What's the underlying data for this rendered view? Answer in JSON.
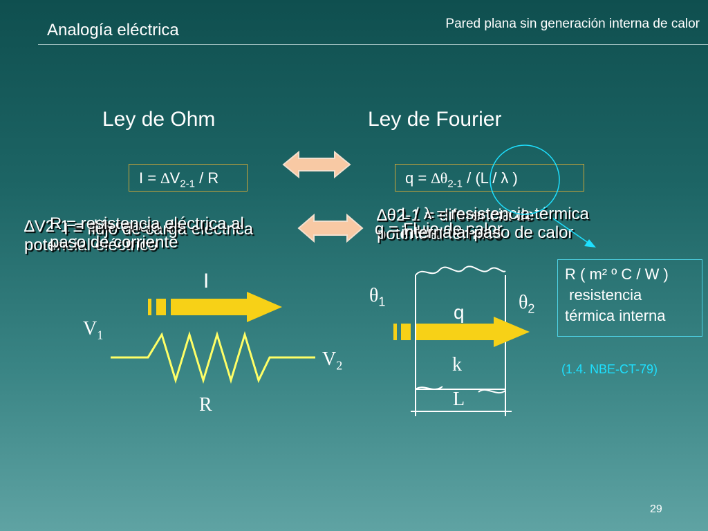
{
  "header": {
    "section_title": "Analogía eléctrica",
    "subtitle": "Pared plana sin generación interna de calor"
  },
  "ohm": {
    "title": "Ley de Ohm",
    "formula": {
      "lhs": "I = ",
      "delta": "∆",
      "var": "V",
      "sub": "2-1",
      "rhs": " / R"
    },
    "text_layer_1": {
      "line1": "∆V2-1 = diferencia de",
      "line2": "potencial eléctrico"
    },
    "text_layer_2": {
      "line1": "I = flujo de carga eléctrica"
    },
    "text_layer_3": {
      "line1": "R = resistencia eléctrica al",
      "line2": "paso de corriente"
    }
  },
  "fourier": {
    "title": "Ley de Fourier",
    "formula": {
      "lhs": "q = ",
      "delta": "∆",
      "var": "θ",
      "sub": "2-1",
      "rhs": " / (L / λ )"
    },
    "text_layer_1": {
      "line1": "∆θ2-1 = diferencia de",
      "line2": "potencial térmico"
    },
    "text_layer_2": {
      "line1": "q = Flujo de calor"
    },
    "text_layer_3": {
      "line1": "L / λ = resistencia térmica",
      "line2": "interna al paso de calor"
    }
  },
  "electric_diagram": {
    "current_label": "I",
    "v1": "V",
    "v1_sub": "1",
    "v2": "V",
    "v2_sub": "2",
    "resistor_label": "R"
  },
  "thermal_diagram": {
    "theta1": "θ",
    "theta1_sub": "1",
    "theta2": "θ",
    "theta2_sub": "2",
    "flux_label": "q",
    "conductivity_label": "k",
    "thickness_label": "L"
  },
  "thermal_resistance_box": {
    "line1": "R ( m² º C / W )",
    "line2": " resistencia",
    "line3": "térmica interna"
  },
  "reference": "(1.4. NBE-CT-79)",
  "page_number": "29",
  "colors": {
    "arrow_yellow": "#f7d117",
    "double_arrow": "#f8c9a4",
    "box_border": "#c9a53a",
    "cyan": "#1ee0ff",
    "resistor_line": "#ffff66"
  }
}
